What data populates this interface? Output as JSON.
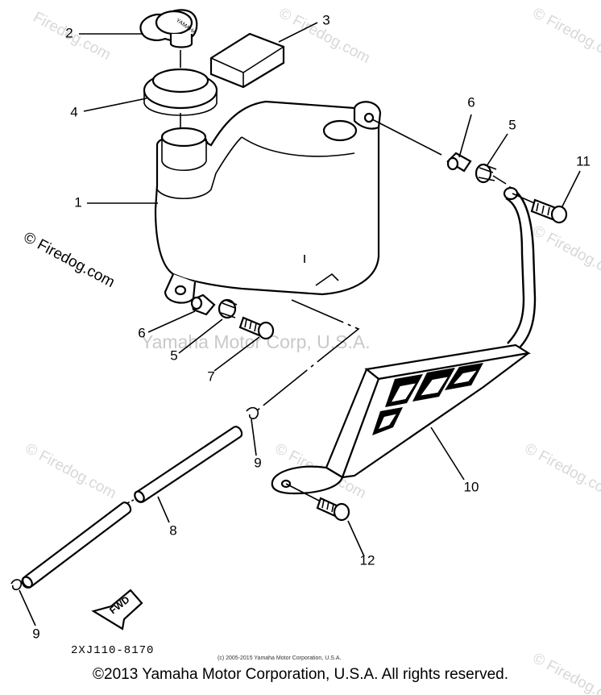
{
  "watermarks": {
    "site": "© Firedog.com",
    "site_short": "Firedog.com",
    "center": "Yamaha Motor Corp, U.S.A."
  },
  "callouts": {
    "c1": "1",
    "c2": "2",
    "c3": "3",
    "c4": "4",
    "c5_top": "5",
    "c6_top": "6",
    "c6_left": "6",
    "c5_left": "5",
    "c7": "7",
    "c8": "8",
    "c9_mid": "9",
    "c9_bottom": "9",
    "c10": "10",
    "c11": "11",
    "c12": "12"
  },
  "cap_marking": "YAMAHA",
  "fwd_label": "FWD",
  "part_code": "2XJ110-8170",
  "small_copyright": "(c) 2005-2015 Yamaha Motor Corporation, U.S.A.",
  "copyright": "©2013 Yamaha Motor Corporation, U.S.A. All rights reserved.",
  "colors": {
    "line": "#000000",
    "background": "#ffffff",
    "watermark": "#d8d8d8"
  }
}
